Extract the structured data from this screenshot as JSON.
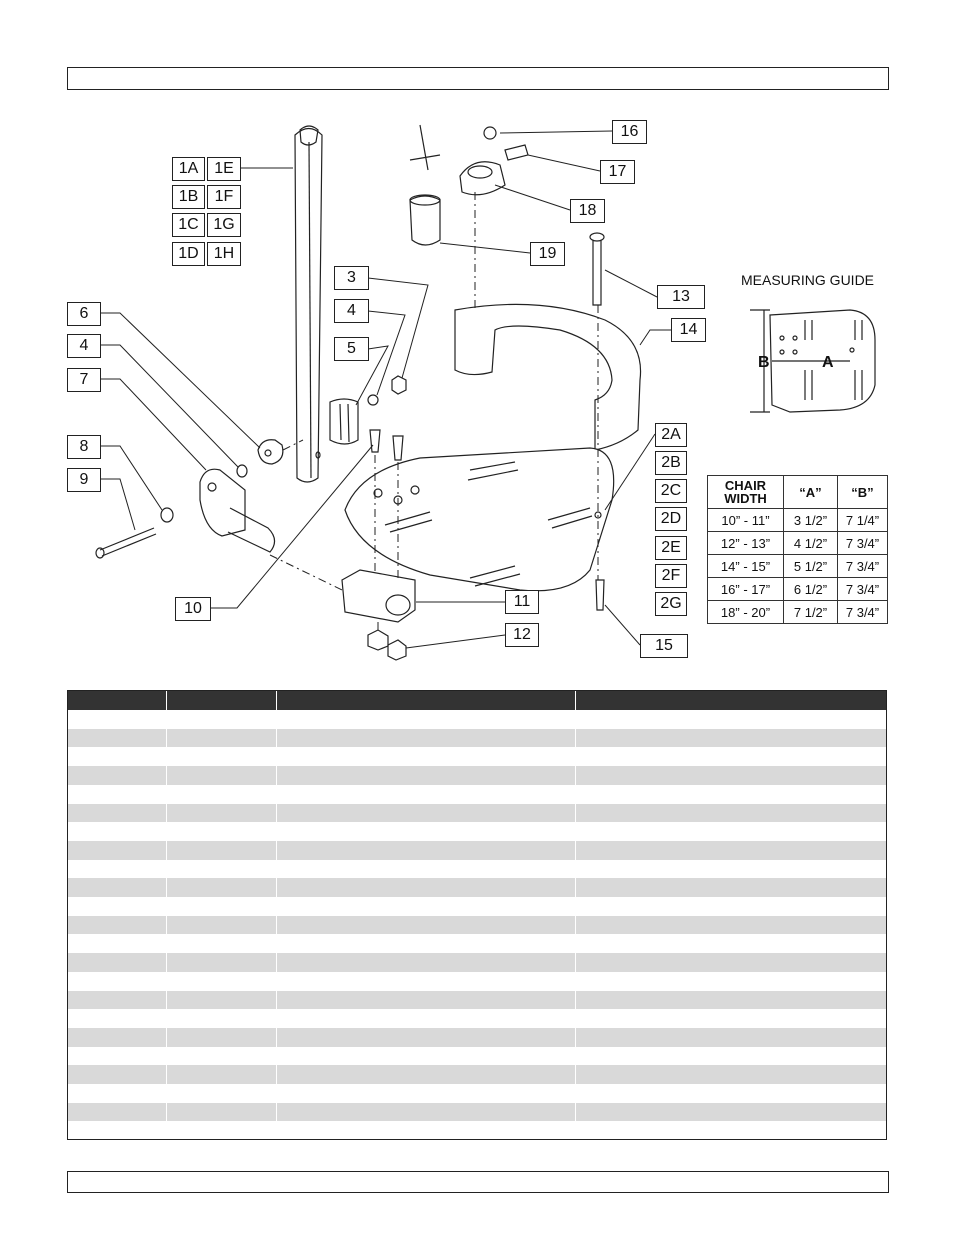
{
  "callouts": [
    {
      "id": "c1a",
      "label": "1A"
    },
    {
      "id": "c1e",
      "label": "1E"
    },
    {
      "id": "c1b",
      "label": "1B"
    },
    {
      "id": "c1f",
      "label": "1F"
    },
    {
      "id": "c1c",
      "label": "1C"
    },
    {
      "id": "c1g",
      "label": "1G"
    },
    {
      "id": "c1d",
      "label": "1D"
    },
    {
      "id": "c1h",
      "label": "1H"
    },
    {
      "id": "c3",
      "label": "3"
    },
    {
      "id": "c4a",
      "label": "4"
    },
    {
      "id": "c5",
      "label": "5"
    },
    {
      "id": "c6",
      "label": "6"
    },
    {
      "id": "c4b",
      "label": "4"
    },
    {
      "id": "c7",
      "label": "7"
    },
    {
      "id": "c8",
      "label": "8"
    },
    {
      "id": "c9",
      "label": "9"
    },
    {
      "id": "c10",
      "label": "10"
    },
    {
      "id": "c11",
      "label": "11"
    },
    {
      "id": "c12",
      "label": "12"
    },
    {
      "id": "c13",
      "label": "13"
    },
    {
      "id": "c14",
      "label": "14"
    },
    {
      "id": "c15",
      "label": "15"
    },
    {
      "id": "c16",
      "label": "16"
    },
    {
      "id": "c17",
      "label": "17"
    },
    {
      "id": "c18",
      "label": "18"
    },
    {
      "id": "c19",
      "label": "19"
    },
    {
      "id": "c2a",
      "label": "2A"
    },
    {
      "id": "c2b",
      "label": "2B"
    },
    {
      "id": "c2c",
      "label": "2C"
    },
    {
      "id": "c2d",
      "label": "2D"
    },
    {
      "id": "c2e",
      "label": "2E"
    },
    {
      "id": "c2f",
      "label": "2F"
    },
    {
      "id": "c2g",
      "label": "2G"
    }
  ],
  "measuring_guide": {
    "title": "MEASURING GUIDE",
    "label_a": "A",
    "label_b": "B"
  },
  "chair_table": {
    "headers": [
      "CHAIR WIDTH",
      "“A”",
      "“B”"
    ],
    "rows": [
      [
        "10” - 11”",
        "3 1/2”",
        "7 1/4”"
      ],
      [
        "12” - 13”",
        "4 1/2”",
        "7 3/4”"
      ],
      [
        "14” - 15”",
        "5 1/2”",
        "7 3/4”"
      ],
      [
        "16” - 17”",
        "6 1/2”",
        "7 3/4”"
      ],
      [
        "18” - 20”",
        "7 1/2”",
        "7 3/4”"
      ]
    ]
  }
}
